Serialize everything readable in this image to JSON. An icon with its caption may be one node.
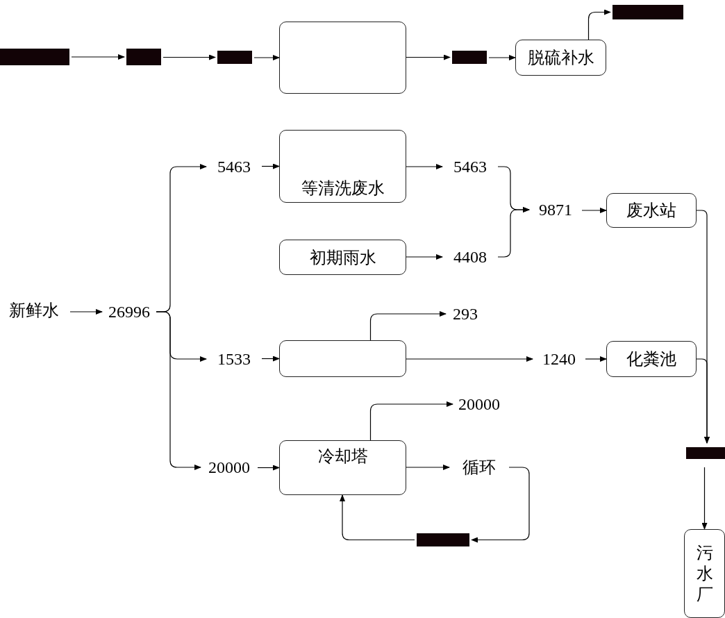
{
  "diagram": {
    "nodes": [
      {
        "text": [],
        "shape": "bar"
      },
      {
        "text": [],
        "shape": "bar"
      },
      {
        "text": [],
        "shape": "bar"
      },
      {
        "text": [],
        "shape": "box"
      },
      {
        "text": [],
        "shape": "bar"
      },
      {
        "text": [
          "脱硫补水"
        ]
      },
      {
        "text": [],
        "shape": "bar"
      },
      {
        "text": [
          "5463"
        ]
      },
      {
        "text": [
          "等清洗废水"
        ]
      },
      {
        "text": [
          "5463"
        ]
      },
      {
        "text": [
          "初期雨水"
        ]
      },
      {
        "text": [
          "4408"
        ]
      },
      {
        "text": [
          "9871"
        ]
      },
      {
        "text": [
          "废水站"
        ]
      },
      {
        "text": [
          "新鲜水"
        ]
      },
      {
        "text": [
          "26996"
        ]
      },
      {
        "text": [
          "293"
        ]
      },
      {
        "text": [
          "1533"
        ]
      },
      {
        "text": [],
        "shape": "box"
      },
      {
        "text": [
          "1240"
        ]
      },
      {
        "text": [
          "化粪池"
        ]
      },
      {
        "text": [
          "20000"
        ]
      },
      {
        "text": [
          "20000"
        ]
      },
      {
        "text": [
          "冷却塔"
        ]
      },
      {
        "text": [
          "循环"
        ]
      },
      {
        "text": [],
        "shape": "bar"
      },
      {
        "text": [],
        "shape": "bar"
      },
      {
        "text": [
          "污水厂"
        ]
      }
    ],
    "edges": [
      {
        "from": 0,
        "to": 1,
        "arrow": "to"
      },
      {
        "from": 1,
        "to": 2,
        "arrow": "to"
      },
      {
        "from": 2,
        "to": 3,
        "arrow": "to"
      },
      {
        "from": 3,
        "to": 4,
        "arrow": "to"
      },
      {
        "from": 4,
        "to": 5,
        "arrow": "to"
      },
      {
        "from": 5,
        "to": 6,
        "arrow": "to"
      },
      {
        "from": 15,
        "to": 7,
        "arrow": "to"
      },
      {
        "from": 7,
        "to": 8,
        "arrow": "to"
      },
      {
        "from": 8,
        "to": 9,
        "arrow": "to"
      },
      {
        "from": 9,
        "to": 12,
        "arrow": "to"
      },
      {
        "from": 10,
        "to": 11,
        "arrow": "to"
      },
      {
        "from": 11,
        "to": 12,
        "arrow": "to"
      },
      {
        "from": 12,
        "to": 13,
        "arrow": "to"
      },
      {
        "from": 14,
        "to": 15,
        "arrow": "to"
      },
      {
        "from": 18,
        "to": 16,
        "arrow": "to"
      },
      {
        "from": 15,
        "to": 17,
        "arrow": "to"
      },
      {
        "from": 17,
        "to": 18,
        "arrow": "to"
      },
      {
        "from": 18,
        "to": 19,
        "arrow": "to"
      },
      {
        "from": 19,
        "to": 20,
        "arrow": "to"
      },
      {
        "from": 23,
        "to": 21,
        "arrow": "to"
      },
      {
        "from": 15,
        "to": 22,
        "arrow": "to"
      },
      {
        "from": 22,
        "to": 23,
        "arrow": "to"
      },
      {
        "from": 23,
        "to": 24,
        "arrow": "to"
      },
      {
        "from": 24,
        "to": 25,
        "arrow": "to"
      },
      {
        "from": 25,
        "to": 23,
        "arrow": "to"
      },
      {
        "from": 13,
        "to": 26,
        "arrow": "to"
      },
      {
        "from": 20,
        "to": 26,
        "arrow": "to"
      },
      {
        "from": 26,
        "to": 27,
        "arrow": "to"
      }
    ]
  }
}
